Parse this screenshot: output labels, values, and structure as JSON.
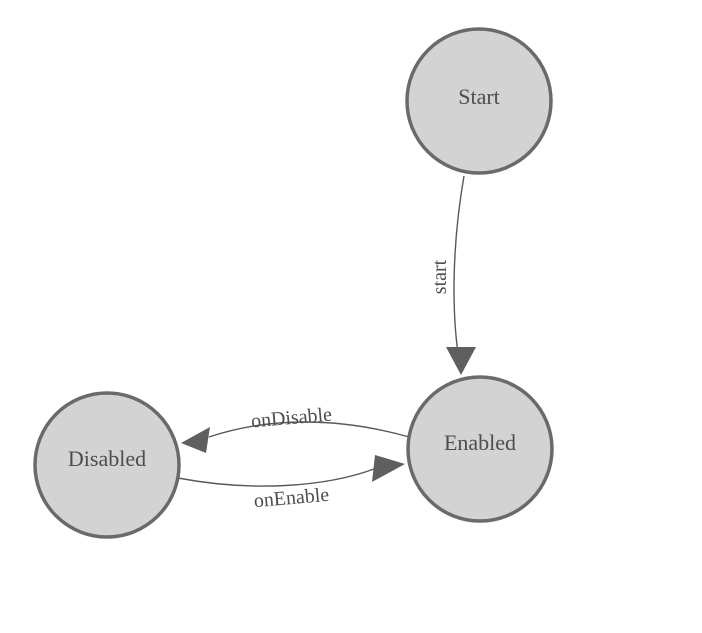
{
  "colors": {
    "node-fill": "#d3d3d3",
    "node-stroke": "#6a6a6a",
    "edge-stroke": "#585858",
    "arrow-fill": "#5f5f5f",
    "label-color": "#4d4d4d",
    "background": "#ffffff"
  },
  "diagram": {
    "type": "state-machine",
    "nodes": [
      {
        "id": "start-state",
        "label": "Start"
      },
      {
        "id": "enabled-state",
        "label": "Enabled"
      },
      {
        "id": "disabled-state",
        "label": "Disabled"
      }
    ],
    "edges": [
      {
        "from": "Start",
        "to": "Enabled",
        "label": "start"
      },
      {
        "from": "Enabled",
        "to": "Disabled",
        "label": "onDisable"
      },
      {
        "from": "Disabled",
        "to": "Enabled",
        "label": "onEnable"
      }
    ]
  }
}
